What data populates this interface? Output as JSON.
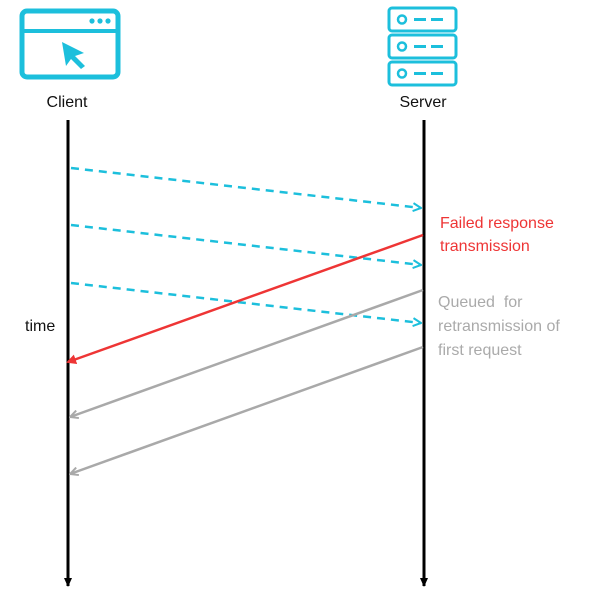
{
  "participants": {
    "client": {
      "label": "Client",
      "icon": "browser-window-icon"
    },
    "server": {
      "label": "Server",
      "icon": "server-rack-icon"
    }
  },
  "time_label": "time",
  "annotations": {
    "failed": {
      "lines": [
        "Failed response",
        "transmission"
      ]
    },
    "queued": {
      "lines": [
        "Queued  for",
        "retransmission of",
        "first request"
      ]
    }
  },
  "colors": {
    "icon": "#1cbfdc",
    "request": "#1cbfdc",
    "failed": "#ee3535",
    "queued": "#a9a9a9",
    "queued_text": "#aaaaaa",
    "lifeline": "#000000",
    "label": "#111111"
  }
}
